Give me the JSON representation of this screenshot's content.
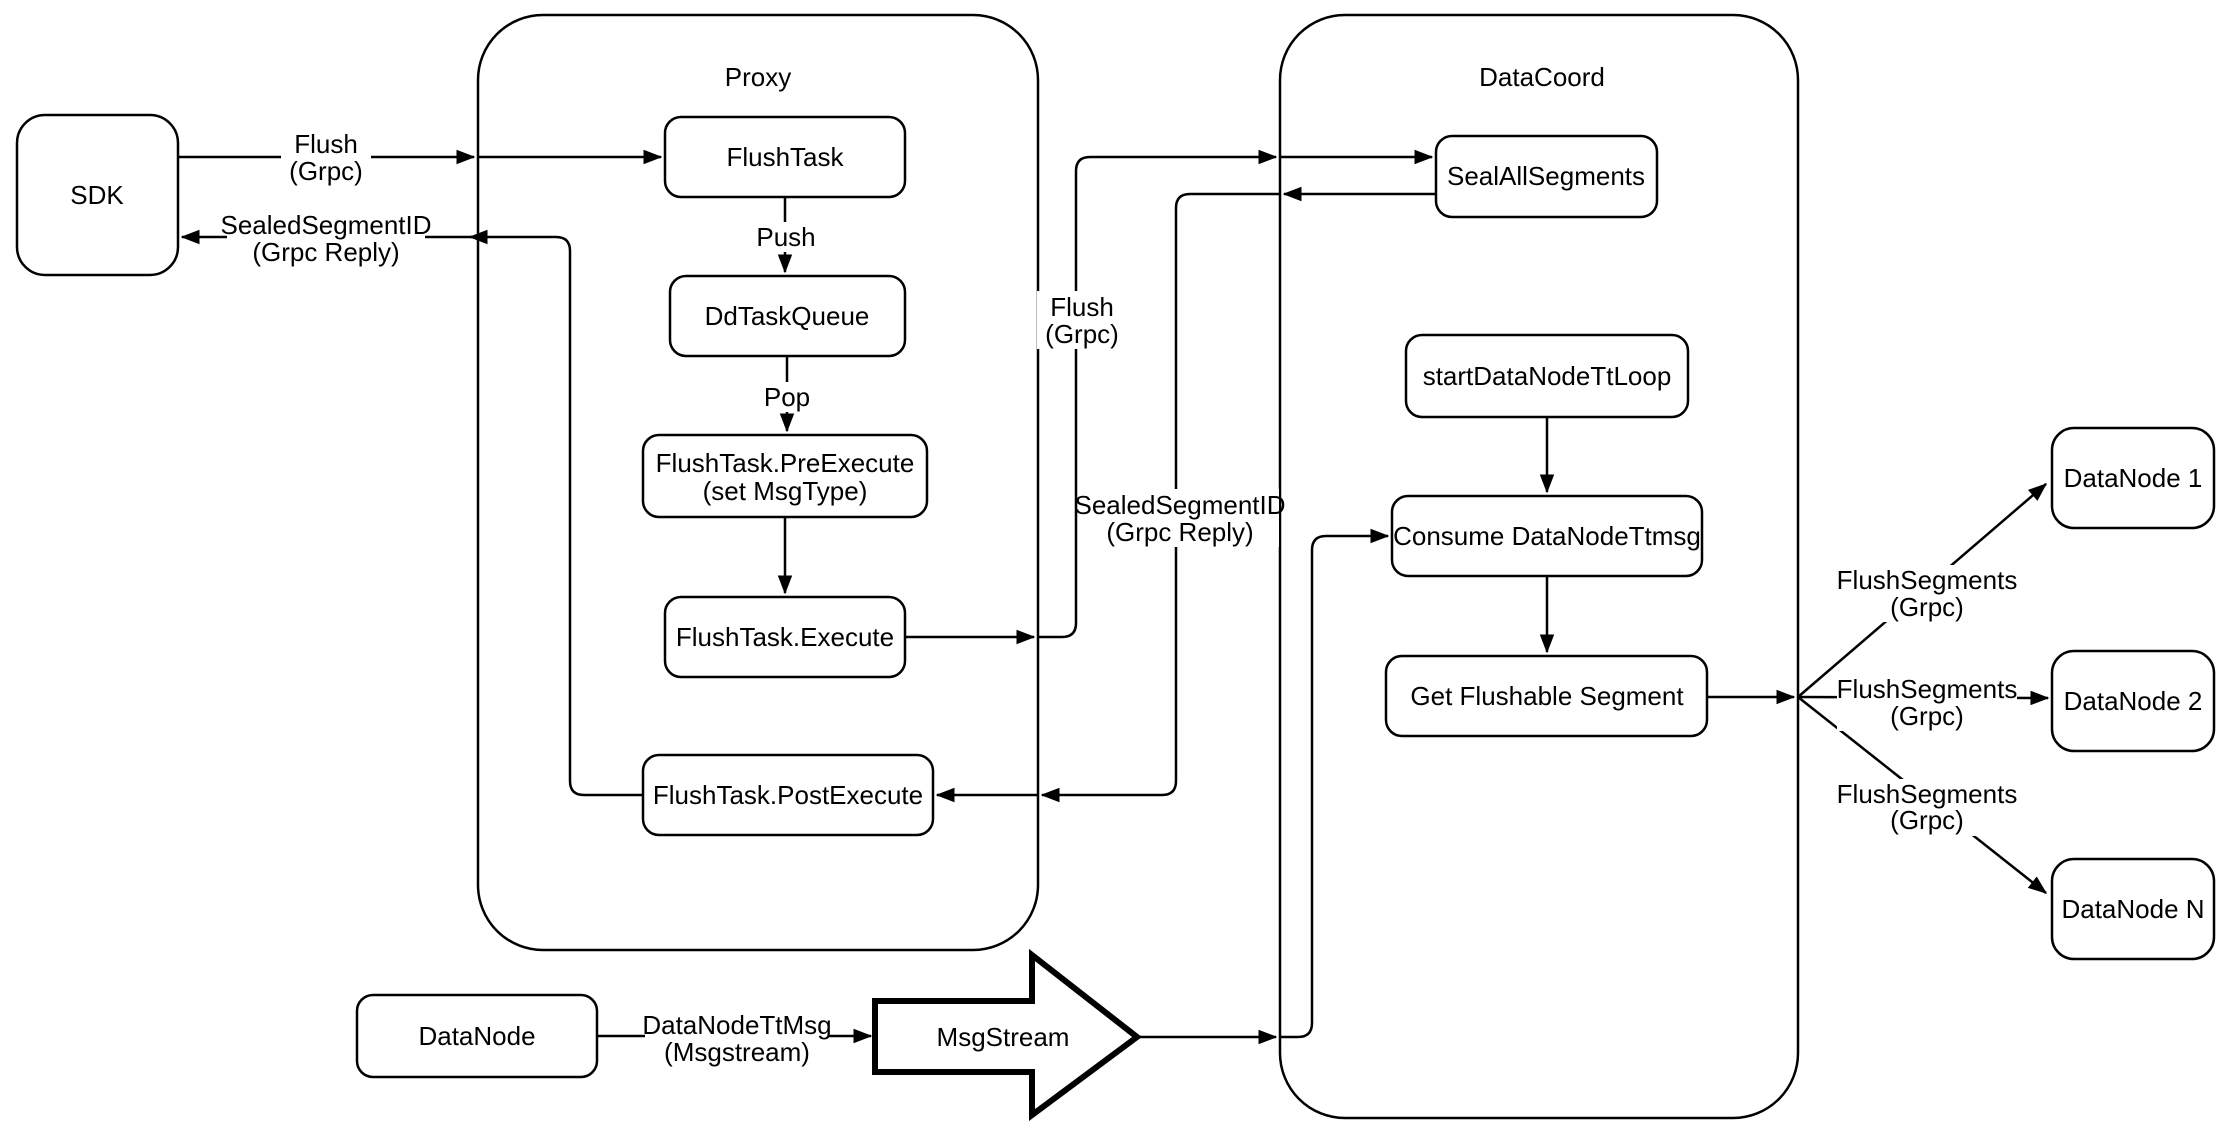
{
  "diagram": {
    "containers": {
      "proxy": {
        "label": "Proxy"
      },
      "datacoord": {
        "label": "DataCoord"
      }
    },
    "nodes": {
      "sdk": {
        "label": "SDK"
      },
      "flush_task": {
        "label": "FlushTask"
      },
      "dd_task_queue": {
        "label": "DdTaskQueue"
      },
      "pre_execute": {
        "line1": "FlushTask.PreExecute",
        "line2": "(set MsgType)"
      },
      "execute": {
        "label": "FlushTask.Execute"
      },
      "post_execute": {
        "label": "FlushTask.PostExecute"
      },
      "seal_all_segments": {
        "label": "SealAllSegments"
      },
      "start_data_node_tt_loop": {
        "label": "startDataNodeTtLoop"
      },
      "consume_data_node_ttmsg": {
        "label": "Consume DataNodeTtmsg"
      },
      "get_flushable_segment": {
        "label": "Get Flushable Segment"
      },
      "datanode_1": {
        "label": "DataNode 1"
      },
      "datanode_2": {
        "label": "DataNode 2"
      },
      "datanode_n": {
        "label": "DataNode N"
      },
      "datanode": {
        "label": "DataNode"
      },
      "msgstream": {
        "label": "MsgStream"
      }
    },
    "edge_labels": {
      "flush_grpc_sdk": {
        "line1": "Flush",
        "line2": "(Grpc)"
      },
      "sealed_segment_id_sdk": {
        "line1": "SealedSegmentID",
        "line2": "(Grpc Reply)"
      },
      "push": {
        "label": "Push"
      },
      "pop": {
        "label": "Pop"
      },
      "flush_grpc_datacoord": {
        "line1": "Flush",
        "line2": "(Grpc)"
      },
      "sealed_segment_id_datacoord": {
        "line1": "SealedSegmentID",
        "line2": "(Grpc Reply)"
      },
      "flush_segments_1": {
        "line1": "FlushSegments",
        "line2": "(Grpc)"
      },
      "flush_segments_2": {
        "line1": "FlushSegments",
        "line2": "(Grpc)"
      },
      "flush_segments_3": {
        "line1": "FlushSegments",
        "line2": "(Grpc)"
      },
      "datanode_tt_msg": {
        "line1": "DataNodeTtMsg",
        "line2": "(Msgstream)"
      }
    },
    "colors": {
      "stroke": "#000000",
      "background": "#ffffff"
    }
  }
}
